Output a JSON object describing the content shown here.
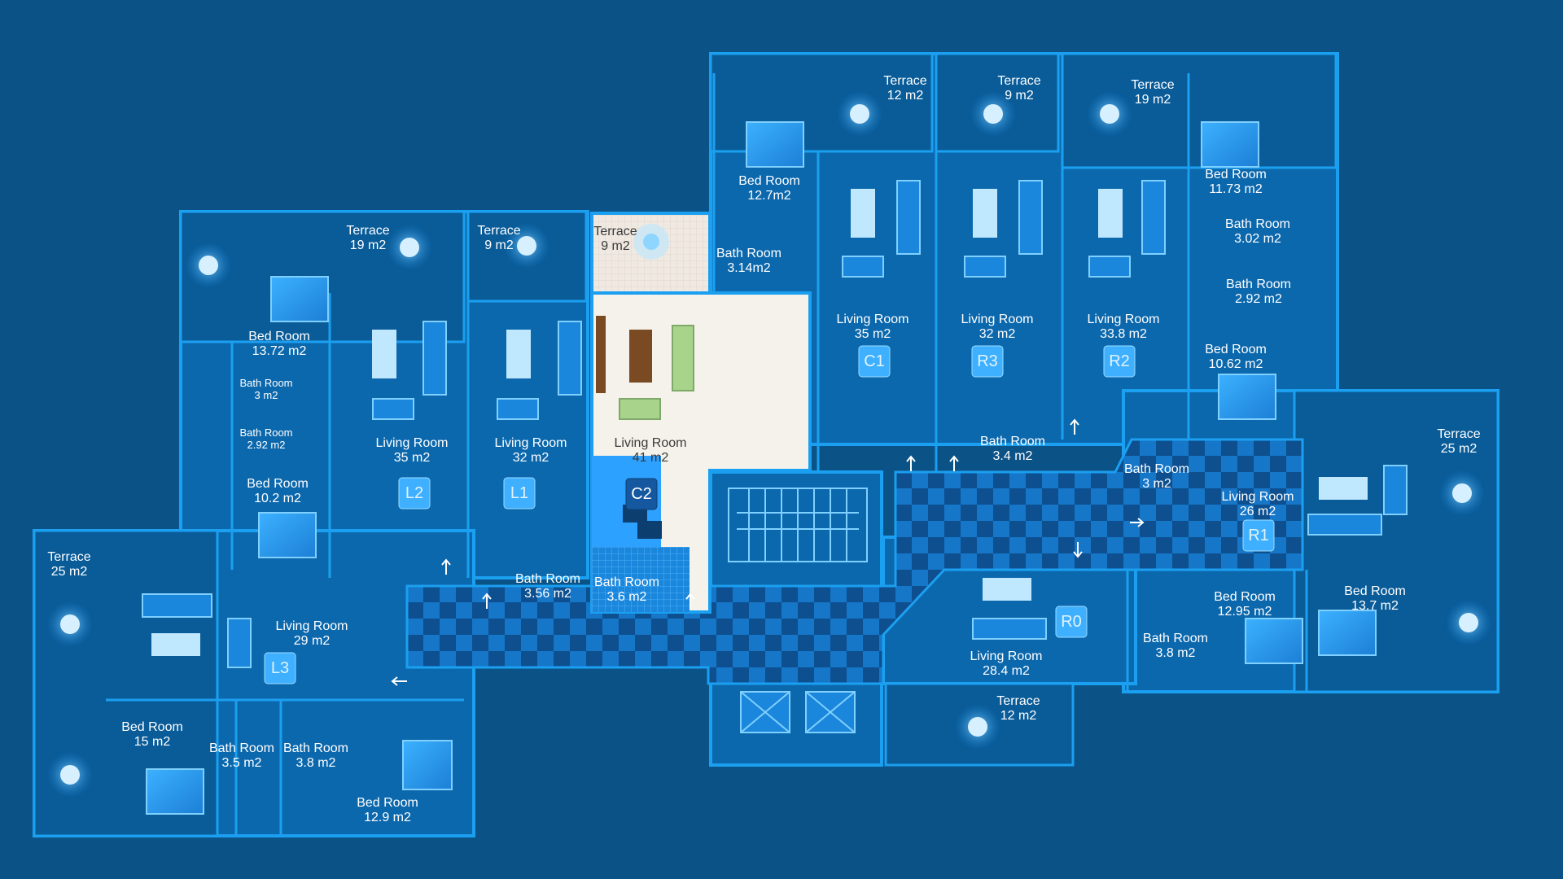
{
  "colors": {
    "background": "#0b5286",
    "room_fill": "#0c68ad",
    "wall": "#1b9ff0",
    "selected_unit_fill": "#f4f2ea",
    "furniture": "#3fb4ff"
  },
  "units": {
    "L1": "L1",
    "L2": "L2",
    "L3": "L3",
    "C1": "C1",
    "C2": "C2",
    "R0": "R0",
    "R1": "R1",
    "R2": "R2",
    "R3": "R3"
  },
  "selected_unit": "C2",
  "rooms": {
    "L2_terrace": [
      "Terrace",
      "19 m2"
    ],
    "L2_bed": [
      "Bed Room",
      "13.72 m2"
    ],
    "L2_bath1": [
      "Bath Room",
      "3 m2"
    ],
    "L2_bath2": [
      "Bath Room",
      "2.92 m2"
    ],
    "L2_bed2": [
      "Bed Room",
      "10.2 m2"
    ],
    "L2_living": [
      "Living Room",
      "35 m2"
    ],
    "L1_terrace": [
      "Terrace",
      "9 m2"
    ],
    "L1_living": [
      "Living Room",
      "32 m2"
    ],
    "L1_bath": [
      "Bath Room",
      "3.56 m2"
    ],
    "C2_terrace": [
      "Terrace",
      "9 m2"
    ],
    "C2_living": [
      "Living Room",
      "41 m2"
    ],
    "C2_bath": [
      "Bath Room",
      "3.6 m2"
    ],
    "C1_bed": [
      "Bed Room",
      "12.7m2"
    ],
    "C1_bath": [
      "Bath Room",
      "3.14m2"
    ],
    "C1_terrace": [
      "Terrace",
      "12 m2"
    ],
    "C1_living": [
      "Living Room",
      "35 m2"
    ],
    "R3_terrace": [
      "Terrace",
      "9 m2"
    ],
    "R3_living": [
      "Living Room",
      "32 m2"
    ],
    "R3_bath": [
      "Bath Room",
      "3.4 m2"
    ],
    "R2_terrace": [
      "Terrace",
      "19 m2"
    ],
    "R2_living": [
      "Living Room",
      "33.8 m2"
    ],
    "R2_bed1": [
      "Bed Room",
      "11.73 m2"
    ],
    "R2_bath1": [
      "Bath Room",
      "3.02 m2"
    ],
    "R2_bath2": [
      "Bath Room",
      "2.92 m2"
    ],
    "R2_bed2": [
      "Bed Room",
      "10.62 m2"
    ],
    "R1_terrace": [
      "Terrace",
      "25 m2"
    ],
    "R1_bath": [
      "Bath Room",
      "3 m2"
    ],
    "R1_living": [
      "Living Room",
      "26 m2"
    ],
    "R1_bed1": [
      "Bed Room",
      "12.95 m2"
    ],
    "R1_bed2": [
      "Bed Room",
      "13.7 m2"
    ],
    "R1_bath2": [
      "Bath Room",
      "3.8 m2"
    ],
    "R0_living": [
      "Living Room",
      "28.4 m2"
    ],
    "R0_terrace": [
      "Terrace",
      "12 m2"
    ],
    "L3_terrace": [
      "Terrace",
      "25 m2"
    ],
    "L3_living": [
      "Living Room",
      "29 m2"
    ],
    "L3_bed1": [
      "Bed Room",
      "15 m2"
    ],
    "L3_bath1": [
      "Bath Room",
      "3.5 m2"
    ],
    "L3_bath2": [
      "Bath Room",
      "3.8 m2"
    ],
    "L3_bed2": [
      "Bed Room",
      "12.9 m2"
    ]
  }
}
